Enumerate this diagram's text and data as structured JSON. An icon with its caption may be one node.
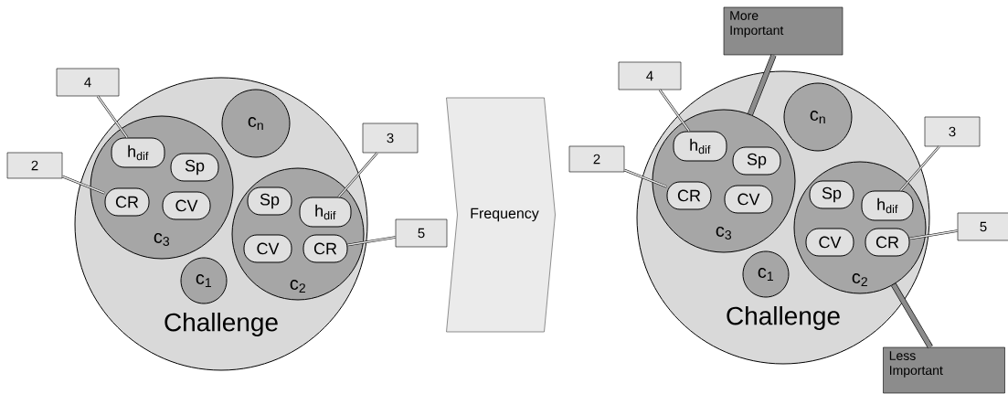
{
  "diagram": {
    "nodes": [
      {
        "text": [
          "Challenge"
        ]
      },
      {
        "text": [
          "c$_{n}$"
        ],
        "in": 0
      },
      {
        "text": [
          "c$_{3}$"
        ],
        "in": 0
      },
      {
        "text": [
          "h$_{dif}$"
        ],
        "in": 2
      },
      {
        "text": [
          "Sp"
        ],
        "in": 2
      },
      {
        "text": [
          "CR"
        ],
        "in": 2
      },
      {
        "text": [
          "CV"
        ],
        "in": 2
      },
      {
        "text": [
          "c$_{2}$"
        ],
        "in": 0
      },
      {
        "text": [
          "Sp"
        ],
        "in": 7
      },
      {
        "text": [
          "h$_{dif}$"
        ],
        "in": 7
      },
      {
        "text": [
          "CV"
        ],
        "in": 7
      },
      {
        "text": [
          "CR"
        ],
        "in": 7
      },
      {
        "text": [
          "c$_{1}$"
        ],
        "in": 0
      },
      {
        "text": [
          "4"
        ]
      },
      {
        "text": [
          "2"
        ]
      },
      {
        "text": [
          "3"
        ]
      },
      {
        "text": [
          "5"
        ]
      },
      {
        "text": [
          "Frequency"
        ]
      },
      {
        "text": [
          "Challenge"
        ]
      },
      {
        "text": [
          "c$_{n}$"
        ],
        "in": 18
      },
      {
        "text": [
          "c$_{3}$"
        ],
        "in": 18
      },
      {
        "text": [
          "h$_{dif}$"
        ],
        "in": 20
      },
      {
        "text": [
          "Sp"
        ],
        "in": 20
      },
      {
        "text": [
          "CR"
        ],
        "in": 20
      },
      {
        "text": [
          "CV"
        ],
        "in": 20
      },
      {
        "text": [
          "c$_{2}$"
        ],
        "in": 18
      },
      {
        "text": [
          "Sp"
        ],
        "in": 25
      },
      {
        "text": [
          "h$_{dif}$"
        ],
        "in": 25
      },
      {
        "text": [
          "CV"
        ],
        "in": 25
      },
      {
        "text": [
          "CR"
        ],
        "in": 25
      },
      {
        "text": [
          "c$_{1}$"
        ],
        "in": 18
      },
      {
        "text": [
          "4"
        ]
      },
      {
        "text": [
          "2"
        ]
      },
      {
        "text": [
          "3"
        ]
      },
      {
        "text": [
          "5"
        ]
      },
      {
        "text": [
          "More Important"
        ]
      },
      {
        "text": [
          "Less Important"
        ]
      }
    ],
    "edges": [
      {
        "from": 13,
        "to": 3,
        "arrow": "none"
      },
      {
        "from": 14,
        "to": 5,
        "arrow": "none"
      },
      {
        "from": 15,
        "to": 9,
        "arrow": "none"
      },
      {
        "from": 16,
        "to": 11,
        "arrow": "none"
      },
      {
        "from": 31,
        "to": 21,
        "arrow": "none"
      },
      {
        "from": 32,
        "to": 23,
        "arrow": "none"
      },
      {
        "from": 33,
        "to": 27,
        "arrow": "none"
      },
      {
        "from": 34,
        "to": 29,
        "arrow": "none"
      },
      {
        "from": 35,
        "to": 20,
        "arrow": "none",
        "style": "thick"
      },
      {
        "from": 36,
        "to": 25,
        "arrow": "none",
        "style": "thick"
      }
    ]
  }
}
